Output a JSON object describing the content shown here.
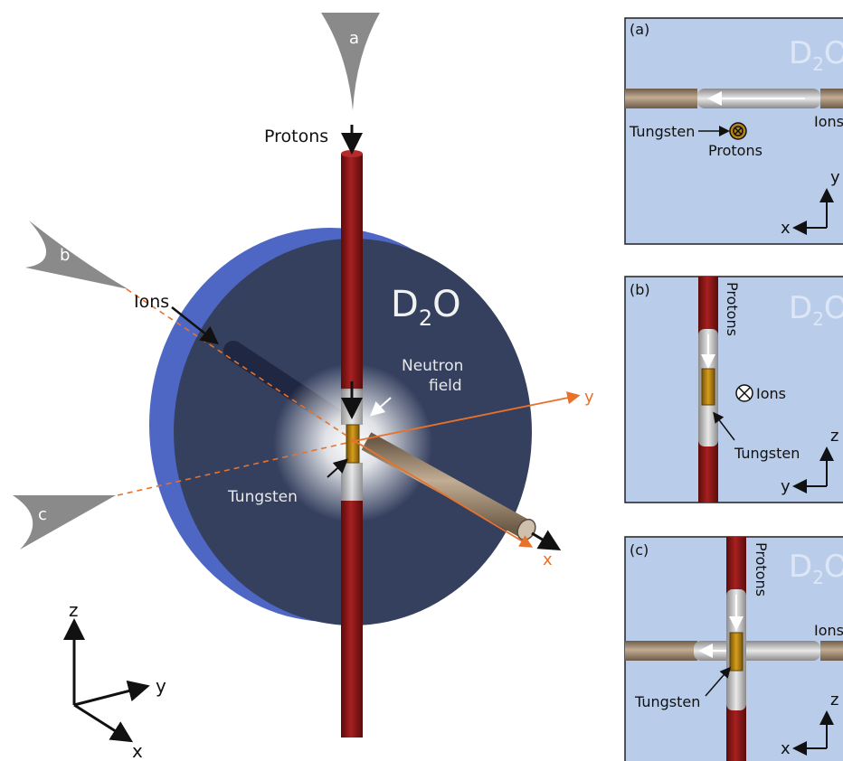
{
  "main": {
    "d2o": "D",
    "d2o_sub": "2",
    "d2o_o": "O",
    "protons": "Protons",
    "ions": "Ions",
    "neutron_field_1": "Neutron",
    "neutron_field_2": "field",
    "tungsten": "Tungsten",
    "axis_x": "x",
    "axis_y": "y",
    "view_a": "a",
    "view_b": "b",
    "view_c": "c"
  },
  "coord_axes": {
    "x": "x",
    "y": "y",
    "z": "z"
  },
  "panel_a": {
    "label": "(a)",
    "d2o": "D",
    "d2o_sub": "2",
    "d2o_o": "O",
    "ions": "Ions",
    "tungsten": "Tungsten",
    "protons": "Protons",
    "axis_h": "x",
    "axis_v": "y"
  },
  "panel_b": {
    "label": "(b)",
    "d2o": "D",
    "d2o_sub": "2",
    "d2o_o": "O",
    "protons": "Protons",
    "ions": "Ions",
    "tungsten": "Tungsten",
    "axis_h": "y",
    "axis_v": "z"
  },
  "panel_c": {
    "label": "(c)",
    "d2o": "D",
    "d2o_sub": "2",
    "d2o_o": "O",
    "protons": "Protons",
    "ions": "Ions",
    "tungsten": "Tungsten",
    "axis_h": "x",
    "axis_v": "z"
  },
  "colors": {
    "disk_face": "#35405f",
    "disk_rim": "#4f67c4",
    "proton_tube": "#8e1717",
    "ion_tube": "#a08a72",
    "tungsten": "#b68410",
    "axis_orange": "#e8722a",
    "panel_bg": "#b9cdeb",
    "view_marker": "#8a8a8a"
  }
}
